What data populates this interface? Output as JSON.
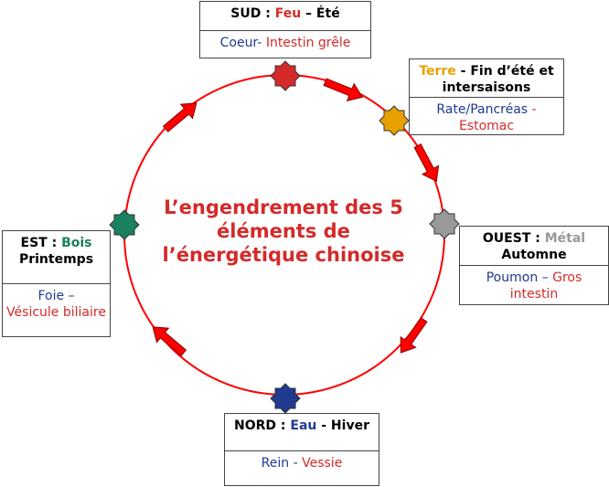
{
  "title": "L’engendrement des 5 éléments de l’énergétique chinoise",
  "colors": {
    "fire": "#d42a2a",
    "earth": "#e8a000",
    "metal": "#999999",
    "water": "#1f3a8f",
    "wood": "#1a8060",
    "arrow": "#ff0000"
  },
  "elements": {
    "sud": {
      "dir": "SUD : ",
      "elem": "Feu",
      "season": " – Été",
      "organ1": "Coeur",
      "sep": "- ",
      "organ2": "Intestin grêle"
    },
    "terre": {
      "elem": "Terre",
      "season": " - Fin d’été et intersaisons",
      "organ1": "Rate/Pancréas",
      "sep": " - ",
      "organ2": "Estomac"
    },
    "ouest": {
      "dir": "OUEST : ",
      "elem": "Métal",
      "season": "Automne",
      "organ1": "Poumon",
      "sep": " – ",
      "organ2": "Gros intestin"
    },
    "nord": {
      "dir": "NORD : ",
      "elem": "Eau",
      "season": " - Hiver",
      "organ1": "Rein",
      "sep": " - ",
      "organ2": "Vessie"
    },
    "est": {
      "dir": "EST : ",
      "elem": "Bois",
      "season": "Printemps",
      "organ1": "Foie",
      "sep": " – ",
      "organ2": "Vésicule biliaire"
    }
  }
}
